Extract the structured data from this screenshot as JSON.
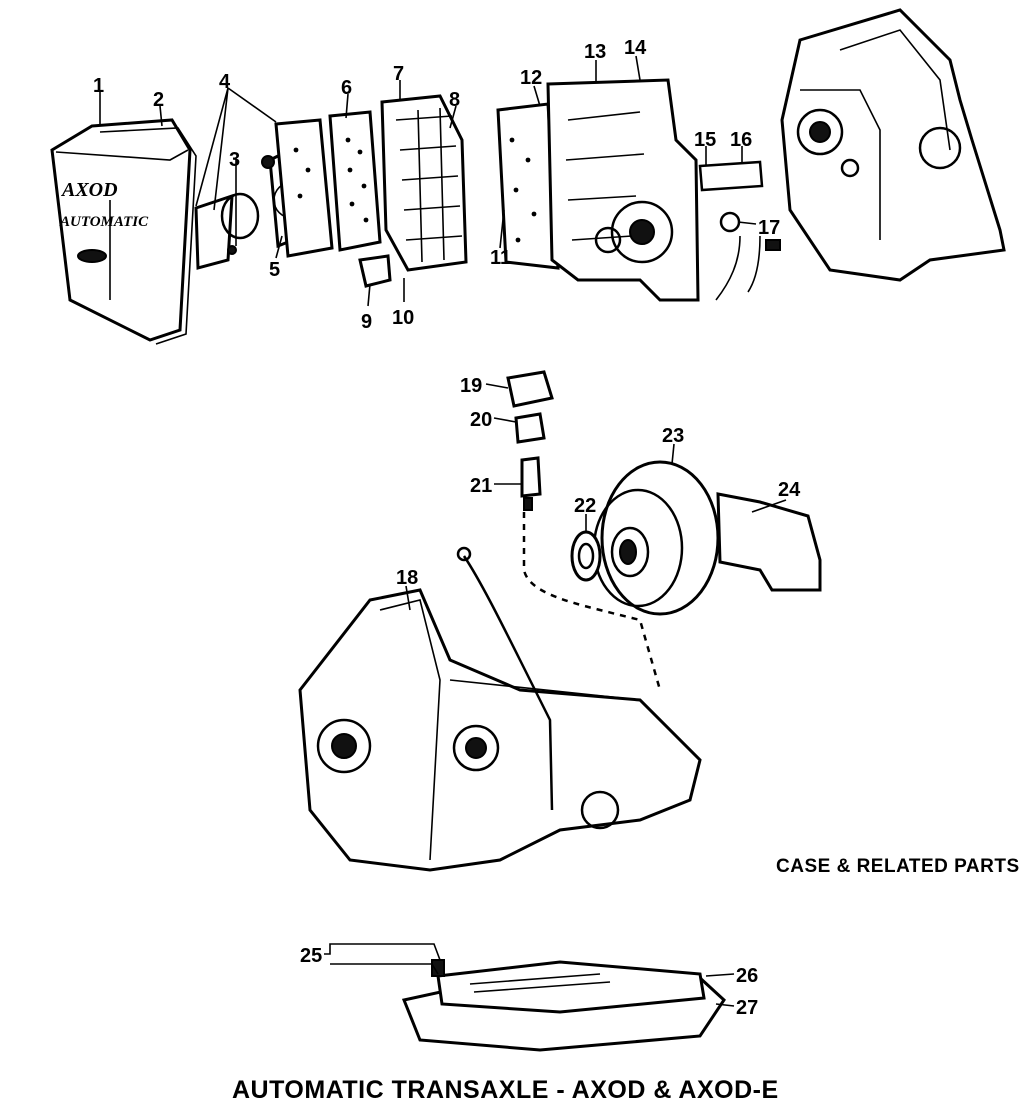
{
  "title": "AUTOMATIC TRANSAXLE  -  AXOD & AXOD-E",
  "section_caption": "CASE & RELATED PARTS",
  "callouts": [
    "1",
    "2",
    "3",
    "4",
    "5",
    "6",
    "7",
    "8",
    "9",
    "10",
    "11",
    "12",
    "13",
    "14",
    "15",
    "16",
    "17",
    "18",
    "19",
    "20",
    "21",
    "22",
    "23",
    "24",
    "25",
    "26",
    "27"
  ],
  "pan_logo_text": [
    "AXOD",
    "AUTOMATIC"
  ]
}
